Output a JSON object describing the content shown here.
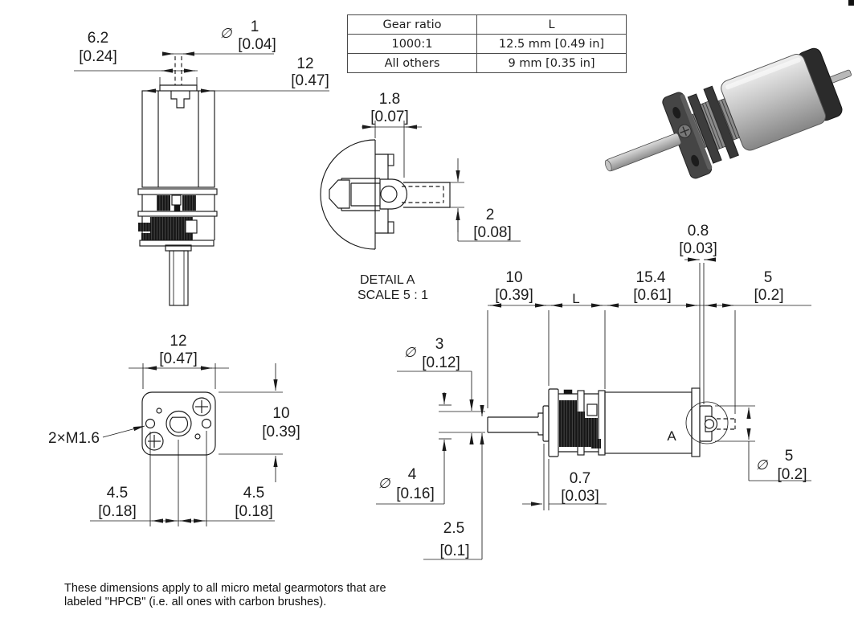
{
  "symbols": {
    "diameter": "∅"
  },
  "colors": {
    "line": "#1a1a1a",
    "motor_body": "#c6c6c6",
    "end_cap": "#2b2b2b",
    "face_plate": "#454545"
  },
  "table": {
    "headers": [
      "Gear ratio",
      "L"
    ],
    "rows": [
      [
        "1000:1",
        "12.5 mm [0.49 in]"
      ],
      [
        "All others",
        "9 mm [0.35 in]"
      ]
    ]
  },
  "top_view": {
    "cap_width_mm": "6.2",
    "cap_width_in": "[0.24]",
    "rear_shaft_dia_mm": "1",
    "rear_shaft_dia_in": "[0.04]",
    "body_width_mm": "12",
    "body_width_in": "[0.47]"
  },
  "detail_view": {
    "tab_width_mm": "1.8",
    "tab_width_in": "[0.07]",
    "shaft_dia_mm": "2",
    "shaft_dia_in": "[0.08]",
    "title": "DETAIL A",
    "scale": "SCALE 5 : 1"
  },
  "front_view": {
    "width_mm": "12",
    "width_in": "[0.47]",
    "height_mm": "10",
    "height_in": "[0.39]",
    "screw_label": "2×M1.6",
    "left_offset_mm": "4.5",
    "left_offset_in": "[0.18]",
    "right_offset_mm": "4.5",
    "right_offset_in": "[0.18]"
  },
  "side_view": {
    "shaft_len_mm": "10",
    "shaft_len_in": "[0.39]",
    "gearbox_len_label": "L",
    "motor_len_mm": "15.4",
    "motor_len_in": "[0.61]",
    "rear_shaft_dia_mm": "0.8",
    "rear_shaft_dia_in": "[0.03]",
    "rear_shaft_len_mm": "5",
    "rear_shaft_len_in": "[0.2]",
    "shaft_dia_mm": "3",
    "shaft_dia_in": "[0.12]",
    "bushing_dia_mm": "4",
    "bushing_dia_in": "[0.16]",
    "face_gap_mm": "0.7",
    "face_gap_in": "[0.03]",
    "shaft_flat_mm": "2.5",
    "shaft_flat_in": "[0.1]",
    "rear_bushing_dia_mm": "5",
    "rear_bushing_dia_in": "[0.2]",
    "detail_label": "A"
  },
  "note": {
    "line1": "These dimensions apply to all micro metal gearmotors that are",
    "line2": "labeled \"HPCB\" (i.e. all ones with carbon brushes)."
  }
}
